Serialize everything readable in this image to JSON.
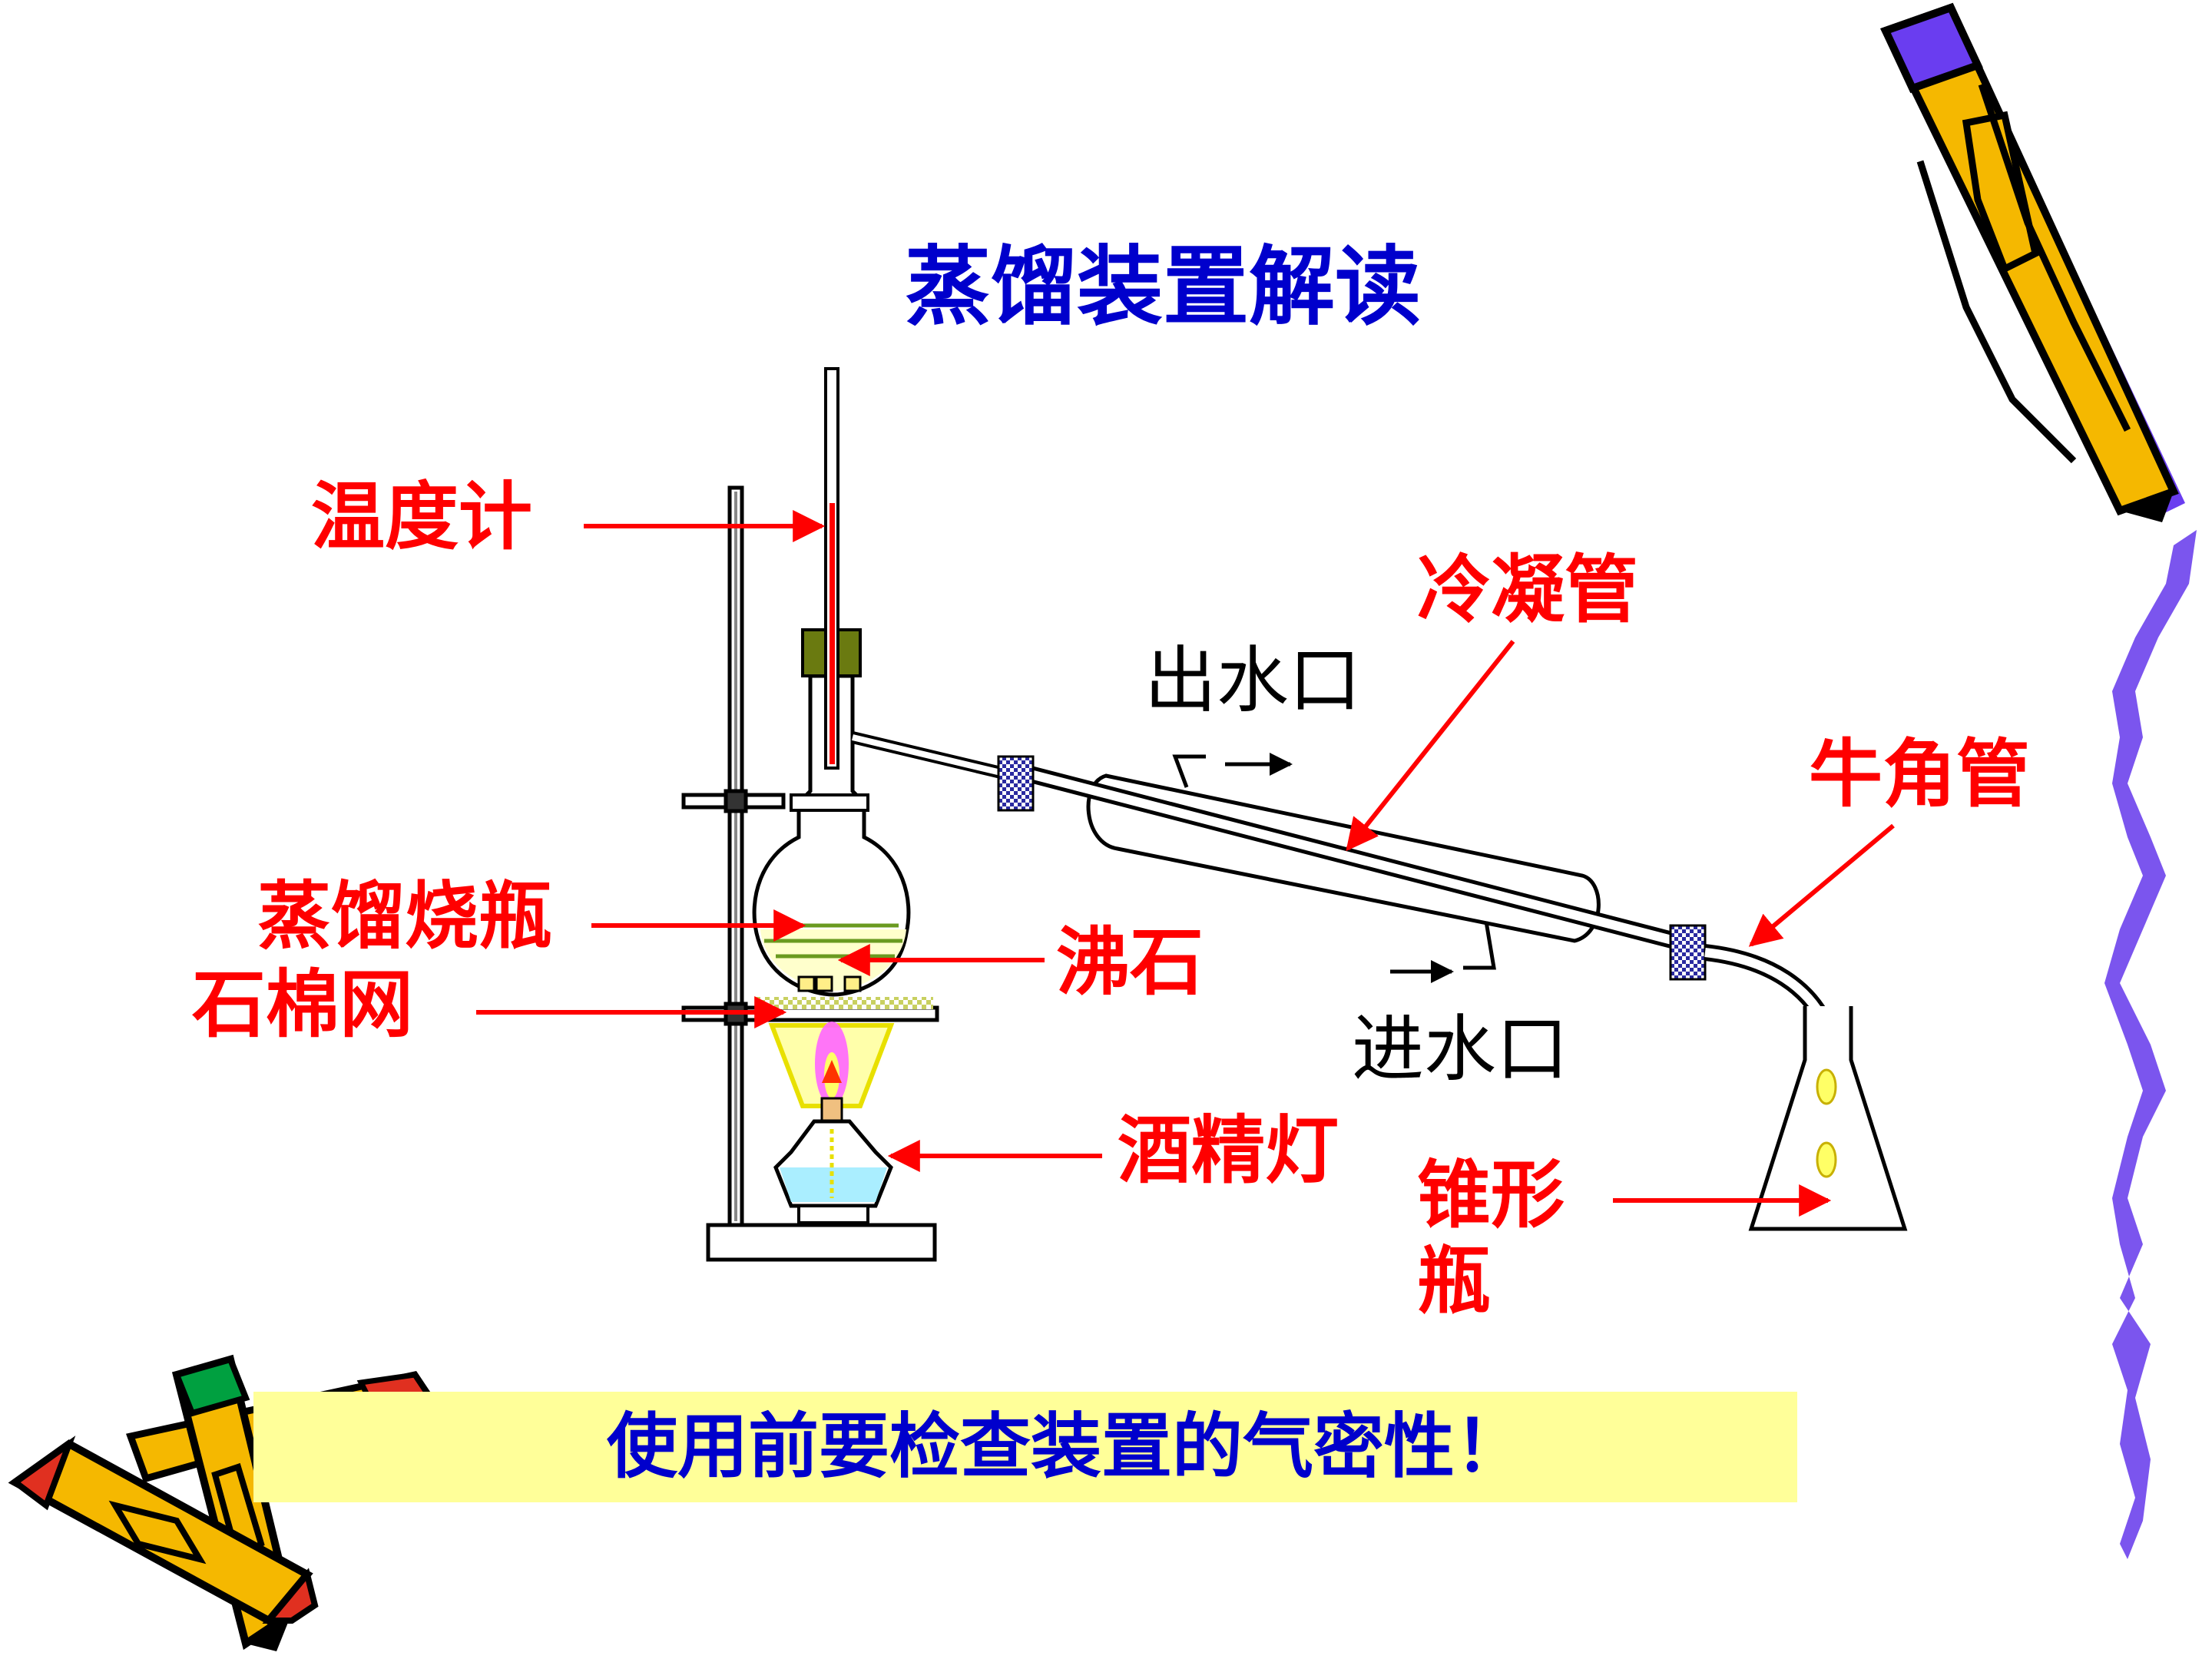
{
  "title": "蒸馏装置解读",
  "labels": {
    "thermometer": "温度计",
    "condenser": "冷凝管",
    "water_out": "出水口",
    "adapter": "牛角管",
    "flask": "蒸馏烧瓶",
    "boiling_chips": "沸石",
    "gauze": "石棉网",
    "water_in": "进水口",
    "alcohol_lamp": "酒精灯",
    "conical_flask_line1": "锥形",
    "conical_flask_line2": "瓶"
  },
  "note": "使用前要检查装置的气密性！",
  "colors": {
    "title": "#0000cc",
    "label": "#ff0000",
    "note_bg": "#ffff99",
    "pencil_body": "#f5b800",
    "pencil_shadow": "#6a3df0",
    "ribbon": "#7b55ee"
  }
}
